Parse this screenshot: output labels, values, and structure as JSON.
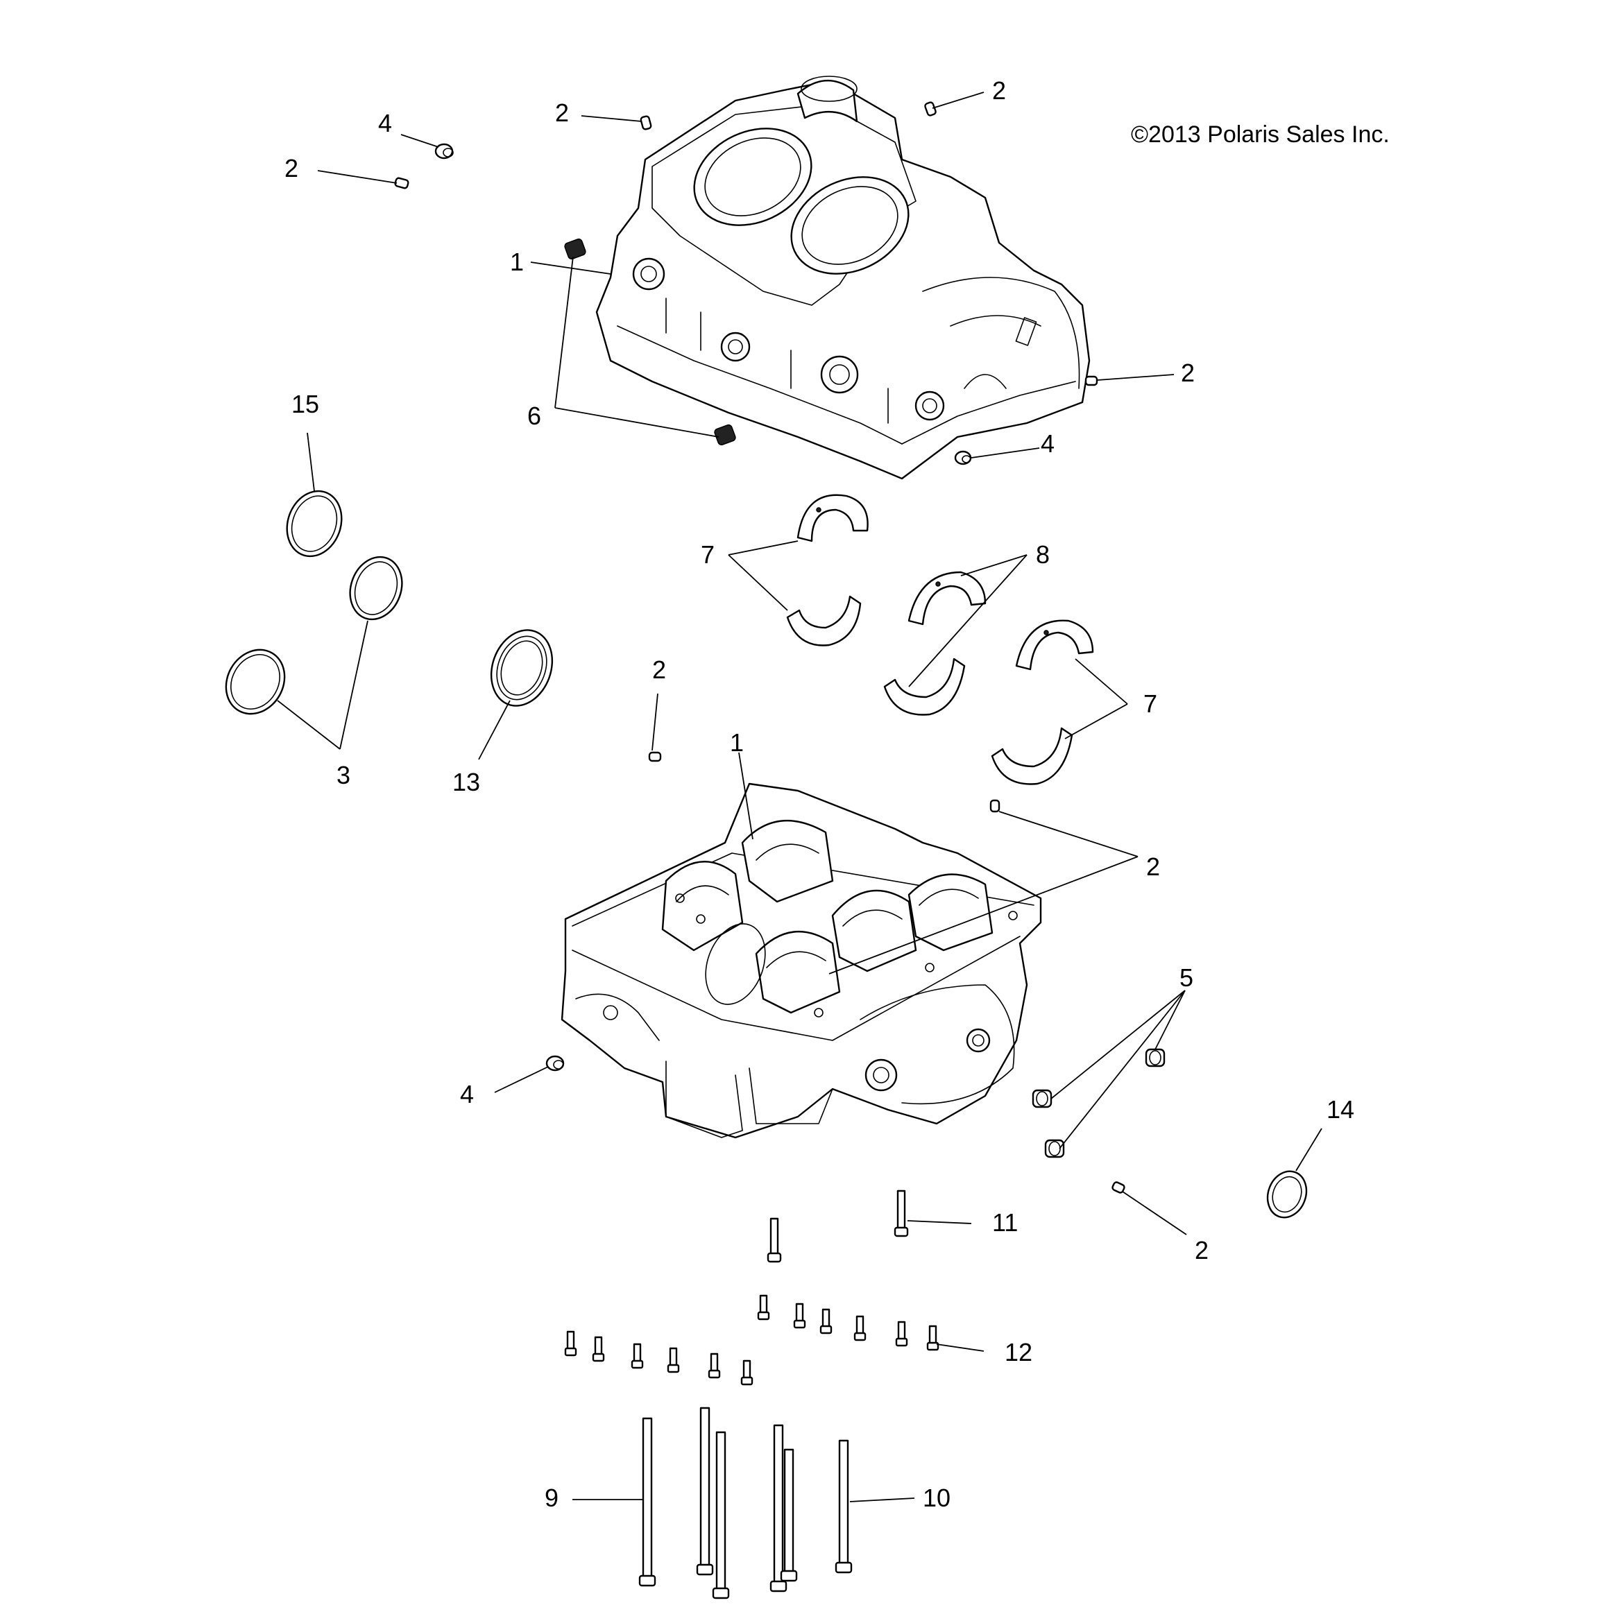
{
  "copyright": "©2013 Polaris Sales Inc.",
  "callouts": {
    "c1_upper": "1",
    "c1_lower": "1",
    "c2_a": "2",
    "c2_b": "2",
    "c2_c": "2",
    "c2_d": "2",
    "c2_e": "2",
    "c2_f": "2",
    "c2_g": "2",
    "c3": "3",
    "c4_a": "4",
    "c4_b": "4",
    "c4_c": "4",
    "c5": "5",
    "c6": "6",
    "c7_a": "7",
    "c7_b": "7",
    "c8": "8",
    "c9": "9",
    "c10": "10",
    "c11": "11",
    "c12": "12",
    "c13": "13",
    "c14": "14",
    "c15": "15"
  }
}
